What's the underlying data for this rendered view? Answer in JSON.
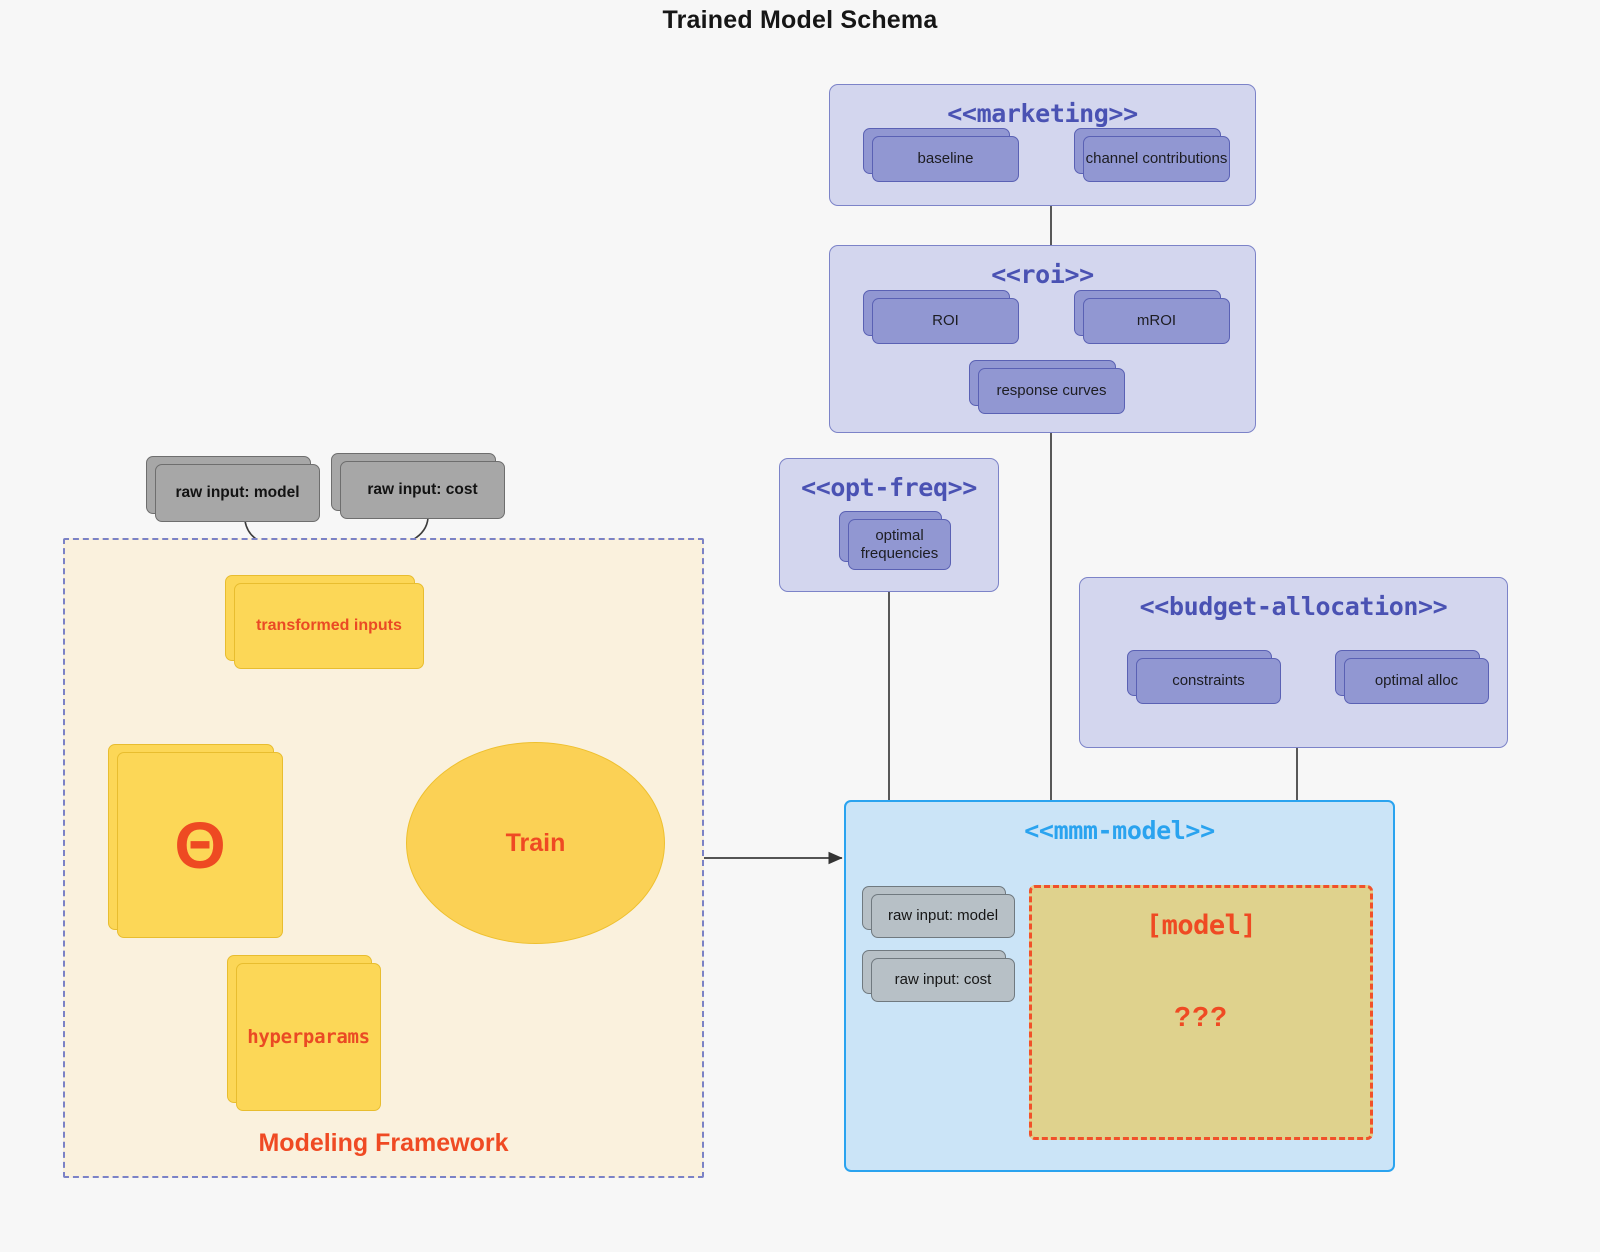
{
  "page": {
    "title": "Trained Model Schema",
    "background_color": "#f7f7f7"
  },
  "colors": {
    "package_fill": "#d3d6ee",
    "package_border": "#7c83c8",
    "package_title": "#4a52b3",
    "node_fill": "#9197d2",
    "node_border": "#5a61b4",
    "blue_package_fill": "#cbe4f7",
    "blue_package_border": "#2aa3ef",
    "accent_red": "#ef4a23",
    "yellow_fill": "#fcd757",
    "gray_fill": "#a7a7a7",
    "steel_fill": "#b7c0c6",
    "framework_fill": "#faf1dd",
    "placeholder_fill": "#dfd28d"
  },
  "packages": {
    "marketing": {
      "title": "<<marketing>>",
      "nodes": [
        {
          "label": "baseline"
        },
        {
          "label": "channel contributions"
        }
      ]
    },
    "roi": {
      "title": "<<roi>>",
      "nodes": [
        {
          "label": "ROI"
        },
        {
          "label": "mROI"
        },
        {
          "label": "response curves"
        }
      ]
    },
    "opt_freq": {
      "title": "<<opt-freq>>",
      "nodes": [
        {
          "label": "optimal\nfrequencies",
          "line1": "optimal",
          "line2": "frequencies"
        }
      ]
    },
    "budget_allocation": {
      "title": "<<budget-allocation>>",
      "nodes": [
        {
          "label": "constraints"
        },
        {
          "label": "optimal alloc"
        }
      ]
    },
    "mmm_model": {
      "title": "<<mmm-model>>",
      "nodes": [
        {
          "label": "raw input: model"
        },
        {
          "label": "raw input: cost"
        }
      ],
      "placeholder": {
        "title": "[model]",
        "body": "???"
      }
    }
  },
  "framework": {
    "label": "Modeling Framework",
    "external_inputs": [
      {
        "label": "raw input: model"
      },
      {
        "label": "raw input: cost"
      }
    ],
    "nodes": [
      {
        "label": "transformed inputs"
      },
      {
        "label": "Θ"
      },
      {
        "label": "hyperparams"
      }
    ],
    "process": {
      "label": "Train"
    }
  }
}
